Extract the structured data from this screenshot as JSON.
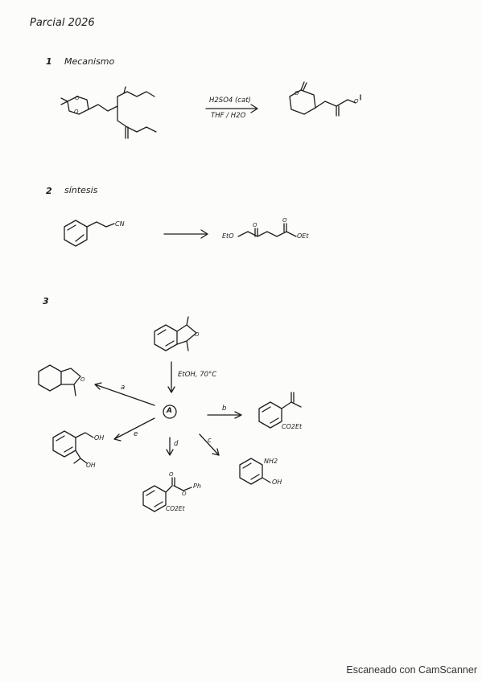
{
  "title": "Parcial 2026",
  "sections": [
    {
      "number": "1",
      "heading": "Mecanismo"
    },
    {
      "number": "2",
      "heading": "síntesis"
    },
    {
      "number": "3",
      "heading": ""
    }
  ],
  "reaction1": {
    "reagent_top": "H2SO4 (cat)",
    "reagent_bottom": "THF / H2O"
  },
  "reaction2": {
    "start_group": "CN",
    "product_left": "EtO",
    "product_right": "OEt"
  },
  "reaction3": {
    "conditions": "EtOH, 70°C",
    "intermediate": "A",
    "routes": [
      "a",
      "b",
      "c",
      "d",
      "e"
    ],
    "label_co2et_b": "CO2Et",
    "label_nh2": "NH2",
    "label_oh_c": "OH",
    "label_oh_e1": "OH",
    "label_oh_e2": "OH",
    "label_ph": "Ph",
    "label_co2et_d": "CO2Et"
  },
  "footer": "Escaneado con CamScanner"
}
